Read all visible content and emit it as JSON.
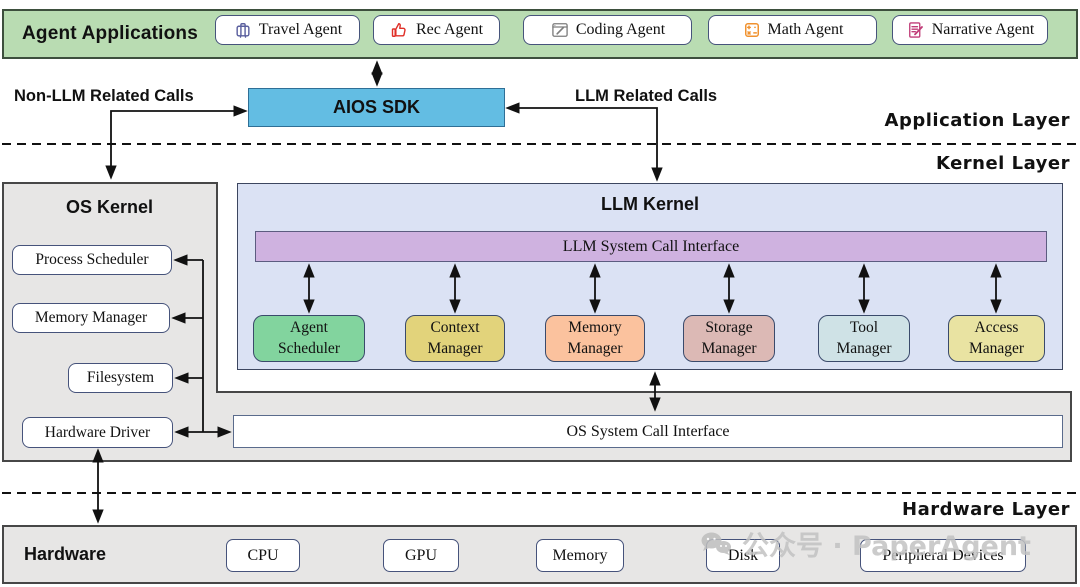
{
  "header": {
    "title": "Agent Applications",
    "agents": [
      {
        "label": "Travel Agent",
        "icon": "suitcase-icon",
        "color": "#5a5f9e"
      },
      {
        "label": "Rec Agent",
        "icon": "thumbs-up-icon",
        "color": "#e03028"
      },
      {
        "label": "Coding Agent",
        "icon": "code-window-icon",
        "color": "#7d7d7d"
      },
      {
        "label": "Math Agent",
        "icon": "calculator-icon",
        "color": "#f0922f"
      },
      {
        "label": "Narrative Agent",
        "icon": "document-pen-icon",
        "color": "#c03c78"
      }
    ]
  },
  "application_layer": {
    "non_llm_label": "Non-LLM Related Calls",
    "sdk_label": "AIOS SDK",
    "llm_label": "LLM Related Calls"
  },
  "layer_labels": {
    "application": "Application Layer",
    "kernel": "Kernel Layer",
    "hardware": "Hardware Layer"
  },
  "os_kernel": {
    "title": "OS Kernel",
    "modules": [
      {
        "label": "Process Scheduler"
      },
      {
        "label": "Memory Manager"
      },
      {
        "label": "Filesystem"
      },
      {
        "label": "Hardware Driver"
      }
    ]
  },
  "llm_kernel": {
    "title": "LLM Kernel",
    "syscall_interface": "LLM System Call Interface",
    "managers": [
      {
        "label": "Agent\nScheduler",
        "color": "#82d49e"
      },
      {
        "label": "Context\nManager",
        "color": "#e2d37b"
      },
      {
        "label": "Memory\nManager",
        "color": "#fbc29e"
      },
      {
        "label": "Storage\nManager",
        "color": "#dcb9b5"
      },
      {
        "label": "Tool\nManager",
        "color": "#cfe2e6"
      },
      {
        "label": "Access\nManager",
        "color": "#e9e3a2"
      }
    ]
  },
  "os_syscall_interface": {
    "label": "OS System Call Interface"
  },
  "hardware": {
    "title": "Hardware",
    "components": [
      {
        "label": "CPU"
      },
      {
        "label": "GPU"
      },
      {
        "label": "Memory"
      },
      {
        "label": "Disk"
      },
      {
        "label": "Peripheral Devices"
      }
    ]
  },
  "watermark": {
    "text": "公众号 · PaperAgent"
  },
  "colors": {
    "header_green": "#b9dcb2",
    "sdk_blue": "#63bde3",
    "llm_kernel_bg": "#dbe2f4",
    "llm_syscall_purple": "#cfb2e0",
    "panel_gray": "#e7e6e5",
    "watermark_gray": "#c2c2c2"
  }
}
